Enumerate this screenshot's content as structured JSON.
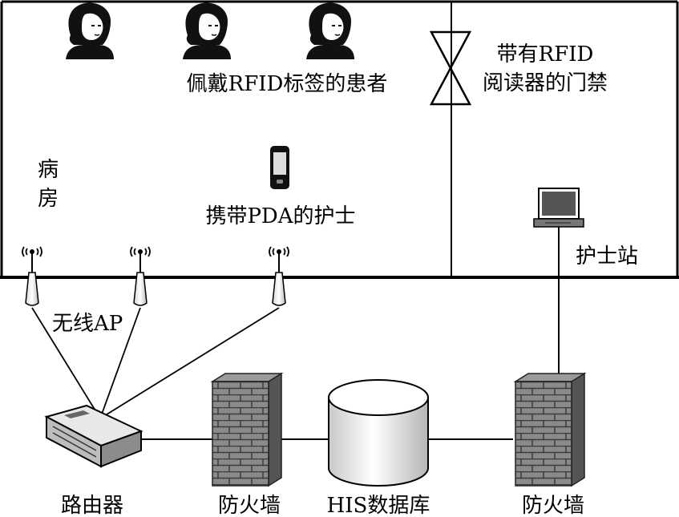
{
  "diagram": {
    "labels": {
      "patients": "佩戴RFID标签的患者",
      "door_line1": "带有RFID",
      "door_line2": "阅读器的门禁",
      "ward_char1": "病",
      "ward_char2": "房",
      "nurse_pda": "携带PDA的护士",
      "nurse_station": "护士站",
      "wireless_ap": "无线AP",
      "router": "路由器",
      "firewall_left": "防火墙",
      "his_db": "HIS数据库",
      "firewall_right": "防火墙"
    },
    "icons": {
      "patient": "person-head-icon",
      "door": "door-gate-icon",
      "pda": "pda-icon",
      "computer": "computer-terminal-icon",
      "ap": "wireless-ap-icon",
      "router": "router-icon",
      "firewall": "firewall-brick-icon",
      "database": "database-cylinder-icon"
    }
  }
}
